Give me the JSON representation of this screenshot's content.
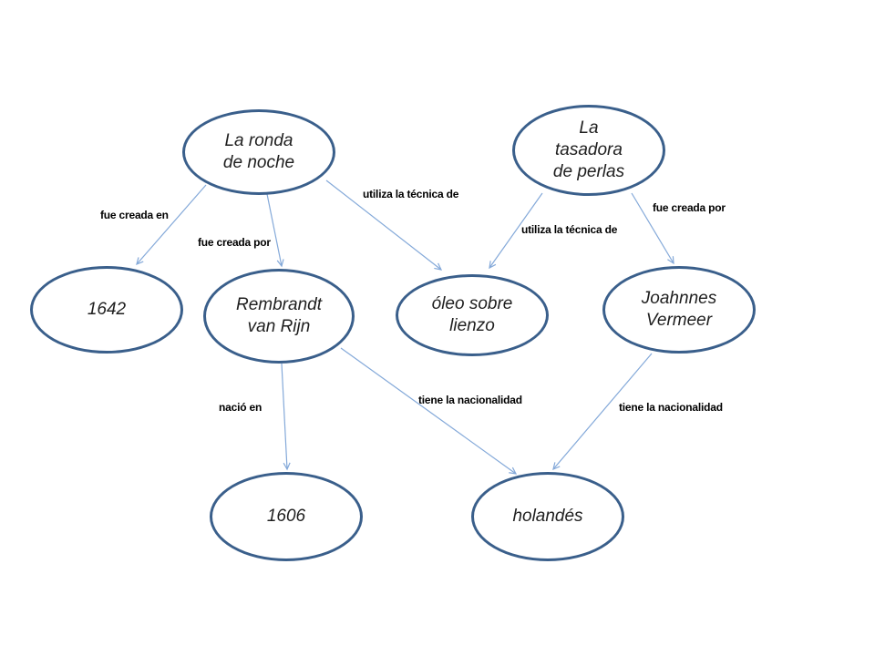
{
  "colors": {
    "node_stroke": "#3a5f8b",
    "node_fill": "#ffffff",
    "edge_line": "#84a9d9",
    "node_text": "#1f1f1f",
    "edge_text": "#000000"
  },
  "nodes": [
    {
      "id": "la-ronda-de-noche",
      "label": "La ronda\nde noche"
    },
    {
      "id": "la-tasadora-de-perlas",
      "label": "La\ntasadora\nde perlas"
    },
    {
      "id": "1642",
      "label": "1642"
    },
    {
      "id": "rembrandt-van-rijn",
      "label": "Rembrandt\nvan Rijn"
    },
    {
      "id": "oleo-sobre-lienzo",
      "label": "óleo sobre\nlienzo"
    },
    {
      "id": "joahnnes-vermeer",
      "label": "Joahnnes\nVermeer"
    },
    {
      "id": "1606",
      "label": "1606"
    },
    {
      "id": "holandes",
      "label": "holandés"
    }
  ],
  "edges": [
    {
      "from": "la-ronda-de-noche",
      "to": "1642",
      "label": "fue creada en"
    },
    {
      "from": "la-ronda-de-noche",
      "to": "rembrandt-van-rijn",
      "label": "fue creada por"
    },
    {
      "from": "la-ronda-de-noche",
      "to": "oleo-sobre-lienzo",
      "label": "utiliza la técnica de"
    },
    {
      "from": "la-tasadora-de-perlas",
      "to": "oleo-sobre-lienzo",
      "label": "utiliza la técnica de"
    },
    {
      "from": "la-tasadora-de-perlas",
      "to": "joahnnes-vermeer",
      "label": "fue creada por"
    },
    {
      "from": "rembrandt-van-rijn",
      "to": "1606",
      "label": "nació en"
    },
    {
      "from": "rembrandt-van-rijn",
      "to": "holandes",
      "label": "tiene la nacionalidad"
    },
    {
      "from": "joahnnes-vermeer",
      "to": "holandes",
      "label": "tiene la nacionalidad"
    }
  ]
}
